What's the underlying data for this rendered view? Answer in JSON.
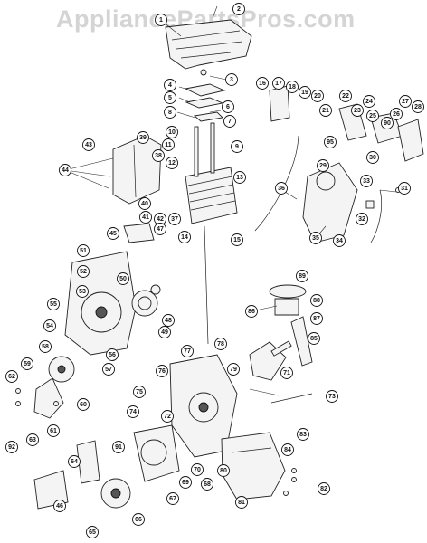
{
  "watermark": {
    "text": "AppliancePartsPros.com"
  },
  "colors": {
    "ink": "#111111",
    "part_fill": "#f4f4f4",
    "watermark": "#d4d4d4"
  },
  "callouts": [
    "1",
    "2",
    "3",
    "4",
    "5",
    "6",
    "7",
    "8",
    "9",
    "10",
    "11",
    "12",
    "13",
    "14",
    "15",
    "16",
    "17",
    "18",
    "19",
    "20",
    "21",
    "22",
    "23",
    "24",
    "25",
    "26",
    "27",
    "28",
    "29",
    "30",
    "31",
    "33",
    "34",
    "35",
    "36",
    "37",
    "38",
    "39",
    "40",
    "41",
    "42",
    "43",
    "44",
    "45",
    "46",
    "47",
    "48",
    "49",
    "50",
    "51",
    "52",
    "53",
    "54",
    "55",
    "56",
    "57",
    "58",
    "59",
    "60",
    "61",
    "62",
    "63",
    "64",
    "65",
    "66",
    "67",
    "68",
    "69",
    "70",
    "71",
    "72",
    "73",
    "74",
    "75",
    "76",
    "77",
    "78",
    "79",
    "80",
    "81",
    "82",
    "83",
    "84",
    "85",
    "86",
    "87",
    "88",
    "89",
    "90",
    "91",
    "92",
    "95",
    "32"
  ]
}
